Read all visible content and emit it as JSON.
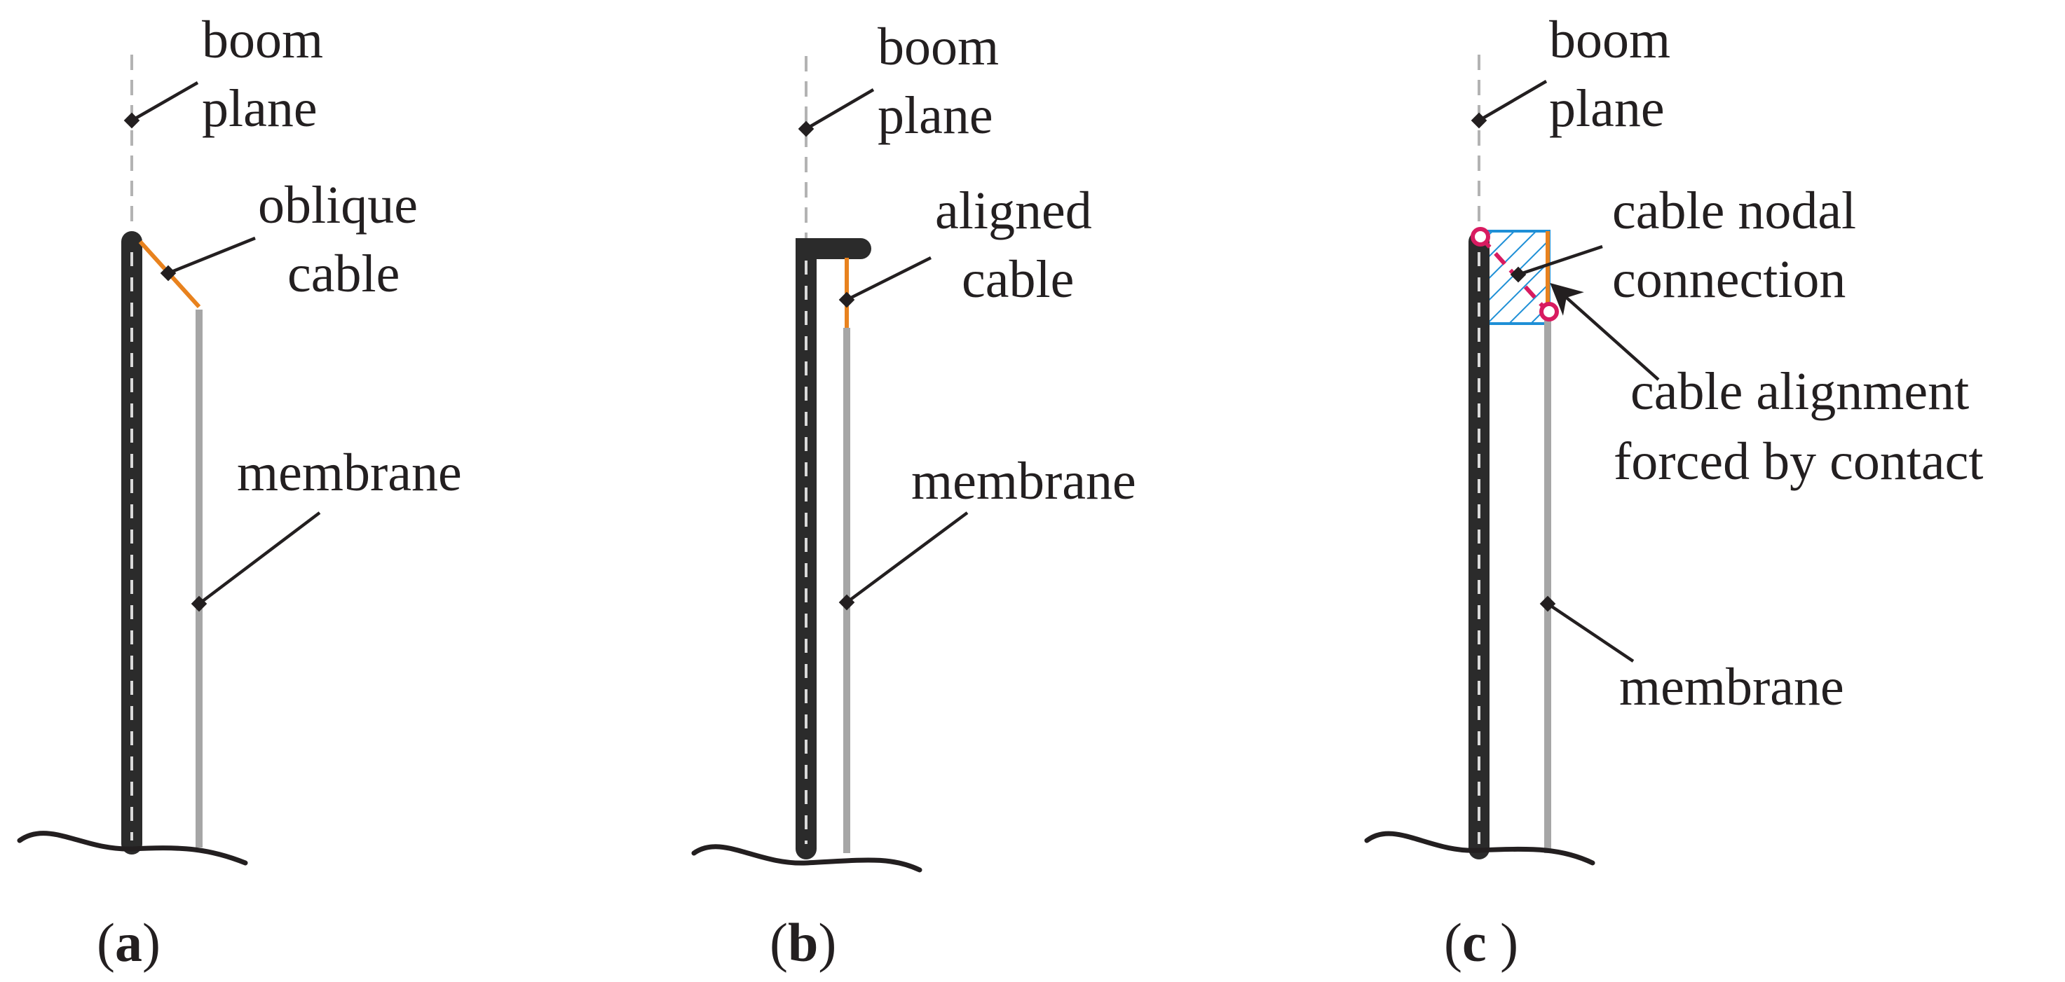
{
  "panels": [
    {
      "id": "a",
      "caption_open": "(",
      "caption_letter": "a",
      "caption_close": ")",
      "labels": {
        "boom_plane_line1": "boom",
        "boom_plane_line2": "plane",
        "cable_line1": "oblique",
        "cable_line2": "cable",
        "membrane": "membrane"
      }
    },
    {
      "id": "b",
      "caption_open": "(",
      "caption_letter": "b",
      "caption_close": ")",
      "labels": {
        "boom_plane_line1": "boom",
        "boom_plane_line2": "plane",
        "cable_line1": "aligned",
        "cable_line2": "cable",
        "membrane": "membrane"
      }
    },
    {
      "id": "c",
      "caption_open": "(",
      "caption_letter": "c",
      "caption_close": " )",
      "labels": {
        "boom_plane_line1": "boom",
        "boom_plane_line2": "plane",
        "nodal_line1": "cable nodal",
        "nodal_line2": "connection",
        "alignment_line1": "cable alignment",
        "alignment_line2": "forced by contact",
        "membrane": "membrane"
      }
    }
  ],
  "colors": {
    "boom": "#2b2b2b",
    "membrane": "#a6a6a6",
    "cable": "#e8821e",
    "contact_hatch": "#1e8fd6",
    "nodal_connection": "#d81b60",
    "text": "#231f20"
  }
}
